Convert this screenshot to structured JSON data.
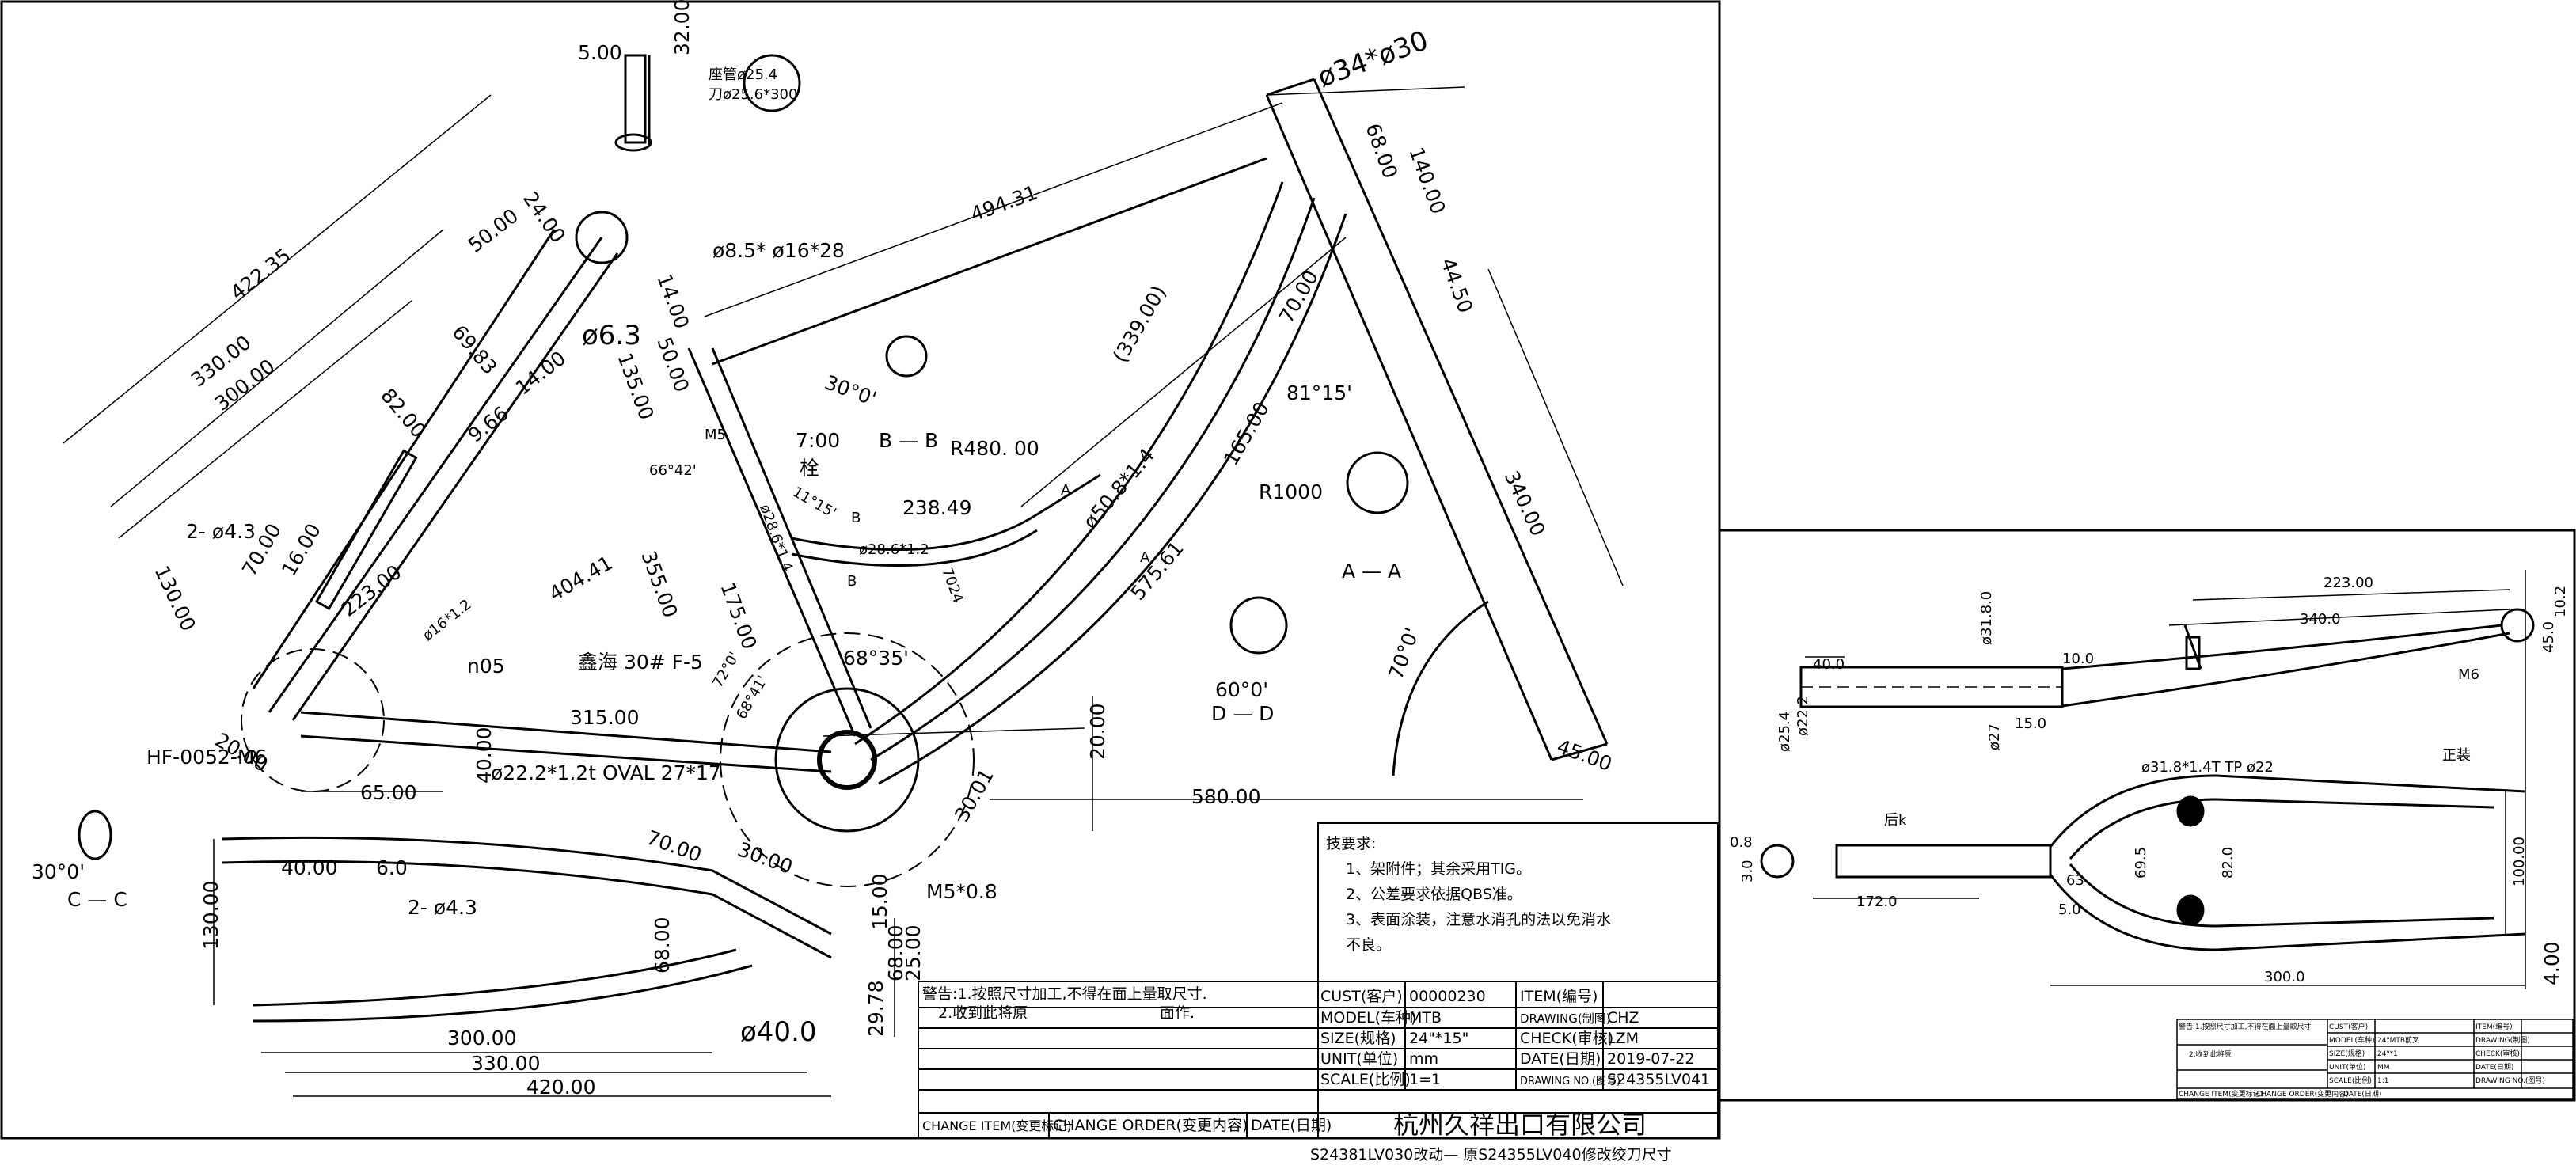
{
  "main_sheet": {
    "seat_tube_note": {
      "seat_tube": "座管ø25.4",
      "knife": "刀ø25.6*300"
    },
    "seat_clamp_dims": [
      "5.00",
      "32.00"
    ],
    "dims": {
      "d422": "422.35",
      "d330": "330.00",
      "d300": "300.00",
      "d50": "50.00",
      "d24": "24.00",
      "d6983": "69.83",
      "d8200": "82.00",
      "d966": "9.66",
      "d1400a": "14.00",
      "d63": "ø6.3",
      "d135": "135.00",
      "d50b": "50.00",
      "m5": "M5",
      "d1400b": "14.00",
      "d8": "ø8.5*  ø16*28",
      "d494": "494.31",
      "d34": "ø34*ø30",
      "d68": "68.00",
      "d140": "140.00",
      "d4450": "44.50",
      "d339": "(339.00)",
      "d70": "70.00",
      "d81": "81°15'",
      "d165": "165.00",
      "d340": "340.00",
      "dR1000": "R1000",
      "d575": "575.61",
      "d508": "ø50.8*1.4",
      "dR480": "R480. 00",
      "d238": "238.49",
      "d700": "7:00",
      "dbolt": "栓",
      "d286": "ø28.6*1.2",
      "d1115": "11°15'",
      "d66": "66°42'",
      "d355": "355.00",
      "d175": "175.00",
      "d286b": "ø28.6*1.4",
      "d7024": "7024",
      "d404": "404.41",
      "d223": "223.00",
      "d161": "ø16*1.2",
      "d43a": "2- ø4.3",
      "d7000": "70.00",
      "d16": "16.00",
      "d130a": "130.00",
      "d315": "315.00",
      "dhaisel": "鑫海  30#  F-5",
      "d722": "72°0'",
      "d6841": "68°41'",
      "d6835": "68°35'",
      "d2000": "20.00",
      "d580": "580.00",
      "d4500": "45.00",
      "d700b": "70°0'",
      "d2000b": "20.00",
      "dhf": "HF-0052-M6",
      "d6500": "65.00",
      "d4000": "40.00",
      "d222": "ø22.2*1.2t OVAL 27*17",
      "dn05": "n05",
      "d4000b": "40.00",
      "d1300b": "130.00",
      "d43b": "2- ø4.3",
      "d60": "6.0",
      "d30b": "30.00",
      "d70c": "70.00",
      "dm58": "M5*0.8",
      "d6800": "68.00",
      "d3300": "330.00",
      "d3000": "300.00",
      "d4200": "420.00",
      "d400": "ø40.0",
      "d2978": "29.78",
      "d2500": "25.00",
      "d6800b": "68.00",
      "d1500": "15.00",
      "d3001": "30.01",
      "d30p": "30°0'",
      "d600": "60°0'",
      "d30c": "30°0'"
    },
    "section_labels": {
      "bb": "B — B",
      "aa": "A — A",
      "dd": "D — D",
      "cc": "C — C",
      "a1": "A",
      "a2": "A",
      "b1": "B",
      "b2": "B"
    },
    "tech_requirements": {
      "title": "技要求:",
      "items": [
        "1、架附件；其余采用TIG。",
        "2、公差要求依据QBS准。",
        "3、表面涂装，注意水消孔的法以免消水",
        "不良。"
      ]
    },
    "warning": {
      "line1": "警告:1.按照尺寸加工,不得在面上量取尺寸.",
      "line2": "2.收到此将原",
      "line3": "面作."
    },
    "title_block": {
      "cust_label": "CUST(客户)",
      "cust_value": "00000230",
      "item_label": "ITEM(编号)",
      "item_value": "",
      "model_label": "MODEL(车种)",
      "model_value": "MTB",
      "drawing_label": "DRAWING(制图)",
      "drawing_value": "CHZ",
      "size_label": "SIZE(规格)",
      "size_value": "24\"*15\"",
      "check_label": "CHECK(审核)",
      "check_value": "LZM",
      "unit_label": "UNIT(单位)",
      "unit_value": "mm",
      "date_label": "DATE(日期)",
      "date_value": "2019-07-22",
      "scale_label": "SCALE(比例)",
      "scale_value": "1=1",
      "dwgno_label": "DRAWING NO.(图号)",
      "dwgno_value": "S24355LV041",
      "change_item": "CHANGE ITEM(变更标记)",
      "change_order": "CHANGE ORDER(变更内容)",
      "change_date": "DATE(日期)",
      "company": "杭州久祥出口有限公司"
    },
    "footer_note": "S24381LV030改动— 原S24355LV040修改绞刀尺寸"
  },
  "fork_sheet": {
    "dims": {
      "f223": "223.00",
      "f340": "340.0",
      "f400": "40.0",
      "f318": "ø31.8.0",
      "f100": "10.0",
      "f254": "ø25.4",
      "f222": "ø22.2",
      "f27": "ø27",
      "f150": "15.0",
      "f450": "45.0",
      "f102": "10.2",
      "fM6": "M6",
      "ftube": "ø31.8*1.4T TP ø22",
      "fzheng": "正装",
      "fhou": "后k",
      "f08": "0.8",
      "f30": "3.0",
      "f1720": "172.0",
      "f50": "5.0",
      "f695": "69.5",
      "f820": "82.0",
      "f3000": "300.0",
      "f1000": "100.00",
      "f400b": "4.00",
      "f63": "63"
    },
    "mini_block": {
      "warn": "警告:1.按照尺寸加工,不得在面上量取尺寸",
      "warn2": "2.收到此将原",
      "cells": [
        "CUST(客户)",
        "MODEL(车种)",
        "SIZE(规格)",
        "UNIT(单位)",
        "SCALE(比例)"
      ],
      "values": [
        "",
        "24\"MTB前叉",
        "24\"*1",
        "MM",
        "1:1"
      ],
      "cells2": [
        "ITEM(编号)",
        "DRAWING(制图)",
        "CHECK(审核)",
        "DATE(日期)",
        "DRAWING NO.(图号)"
      ],
      "footer": [
        "CHANGE ITEM(变更标记)",
        "CHANGE ORDER(变更内容)",
        "DATE(日期)"
      ]
    }
  }
}
